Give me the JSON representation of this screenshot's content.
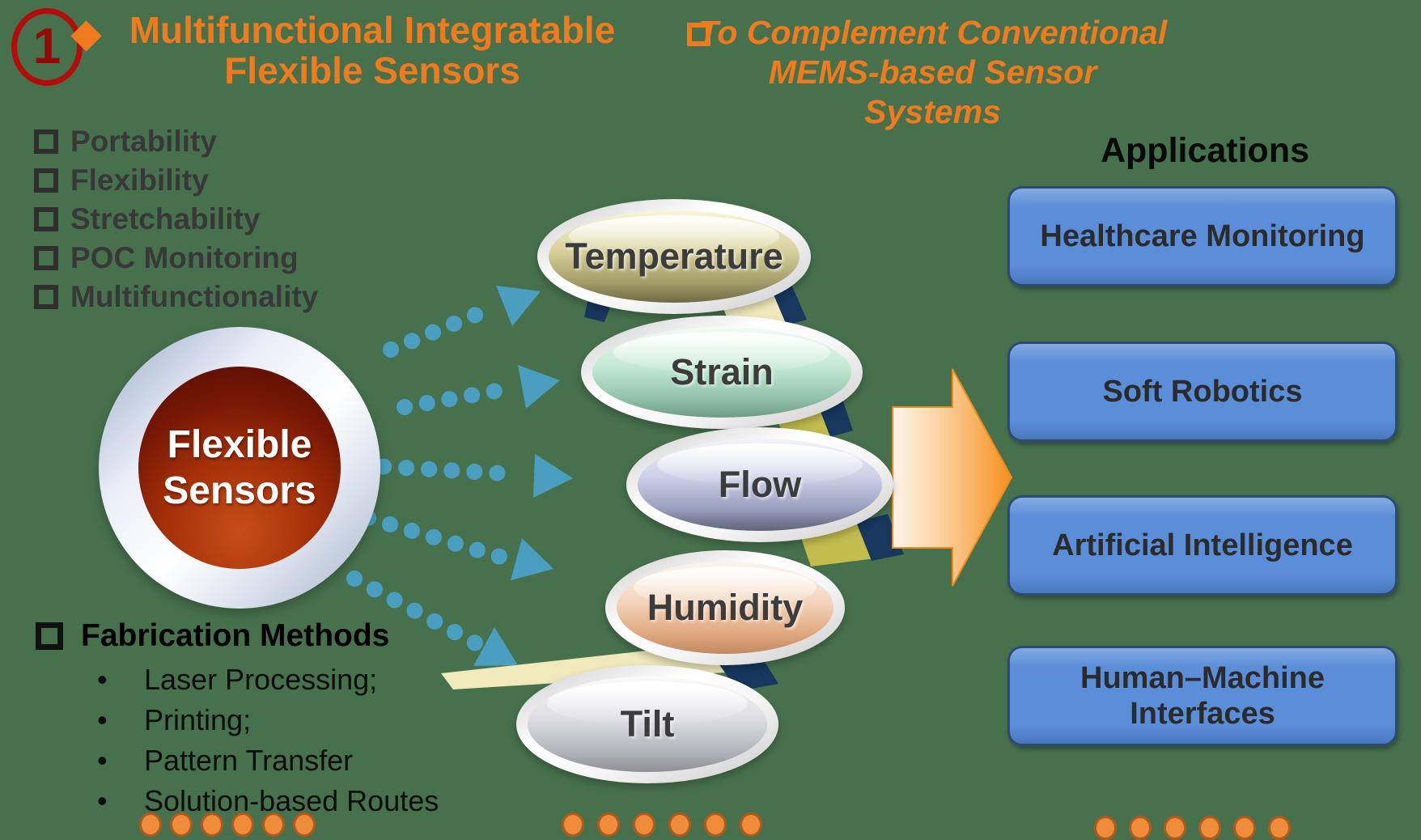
{
  "badge": {
    "number": "1"
  },
  "header": {
    "title_line1": "Multifunctional Integratable",
    "title_line2": "Flexible Sensors",
    "subtitle_line1": "To Complement Conventional",
    "subtitle_line2": "MEMS-based Sensor Systems"
  },
  "features": {
    "items": [
      "Portability",
      "Flexibility",
      "Stretchability",
      "POC Monitoring",
      "Multifunctionality"
    ]
  },
  "hub": {
    "line1": "Flexible",
    "line2": "Sensors"
  },
  "sensors": {
    "items": [
      {
        "label": "Temperature",
        "color": "#cfc98f"
      },
      {
        "label": "Strain",
        "color": "#a8d8bd"
      },
      {
        "label": "Flow",
        "color": "#aab0cf"
      },
      {
        "label": "Humidity",
        "color": "#eec3a3"
      },
      {
        "label": "Tilt",
        "color": "#c6c6cc"
      }
    ]
  },
  "fabrication": {
    "title": "Fabrication Methods",
    "items": [
      "Laser Processing;",
      "Printing;",
      "Pattern Transfer",
      "Solution-based Routes"
    ]
  },
  "applications": {
    "title": "Applications",
    "items": [
      "Healthcare Monitoring",
      "Soft Robotics",
      "Artificial Intelligence",
      "Human–Machine Interfaces"
    ]
  },
  "colors": {
    "background": "#47714d",
    "accent_orange": "#f07a1e",
    "teal_arrow": "#4a9fc0",
    "app_box_fill": "#5b8ed8",
    "hub_red": "#a53009",
    "ribbon_cream": "#efe9bc",
    "ribbon_olive": "#c3bd4e",
    "ribbon_navy": "#17375e"
  }
}
